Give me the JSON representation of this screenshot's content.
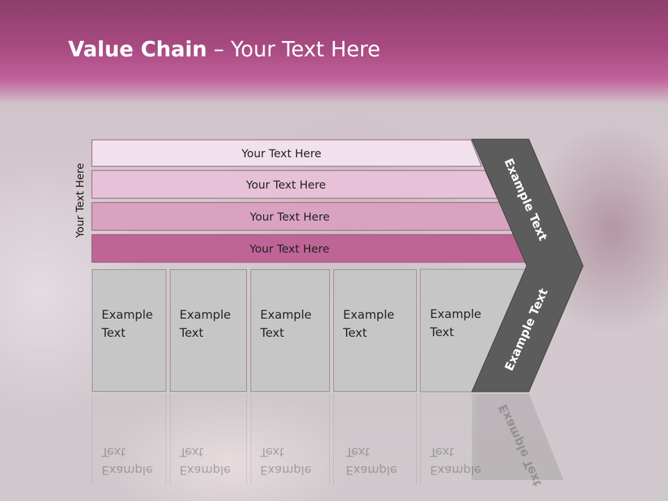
{
  "slide": {
    "title_bold": "Value Chain",
    "title_rest": " – Your Text Here",
    "side_label": "Your Text Here",
    "bands": [
      "Your Text Here",
      "Your Text Here",
      "Your Text Here",
      "Your Text Here"
    ],
    "boxes": [
      {
        "line1": "Example",
        "line2": "Text"
      },
      {
        "line1": "Example",
        "line2": "Text"
      },
      {
        "line1": "Example",
        "line2": "Text"
      },
      {
        "line1": "Example",
        "line2": "Text"
      },
      {
        "line1": "Example",
        "line2": "Text"
      }
    ],
    "chevron_top_label": "Example Text",
    "chevron_bottom_label": "Example Text"
  },
  "colors": {
    "header": "#a84a82",
    "band1": "#f1e1ec",
    "band2": "#e7c1d7",
    "band3": "#d9a2c1",
    "band4": "#bf6496",
    "box": "#c6c6c6",
    "chevron": "#5c5c5c"
  }
}
